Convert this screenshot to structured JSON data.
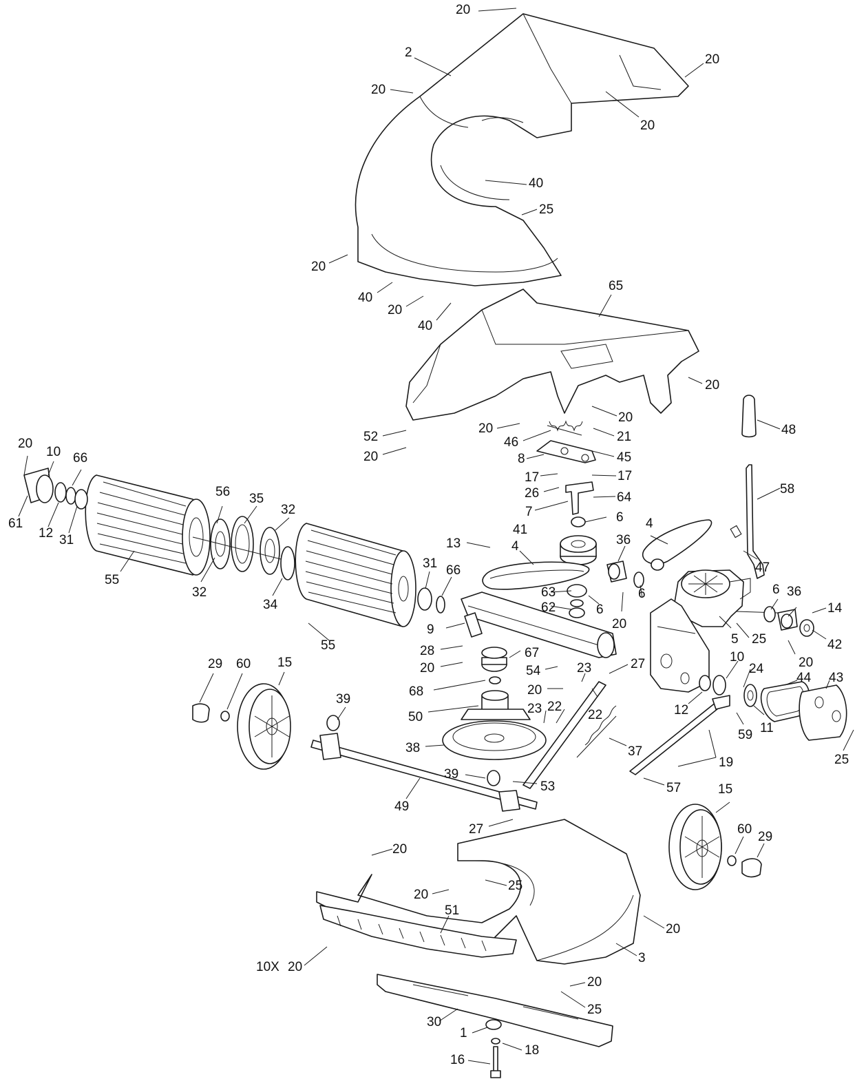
{
  "callouts": {
    "c1": "20",
    "c2": "2",
    "c3": "20",
    "c4": "20",
    "c5": "20",
    "c6": "40",
    "c7": "25",
    "c8": "20",
    "c9": "40",
    "c10": "20",
    "c11": "40",
    "c12": "65",
    "c13": "20",
    "c14": "20",
    "c15": "48",
    "c16": "52",
    "c17": "20",
    "c18": "20",
    "c19": "46",
    "c20": "21",
    "c21": "8",
    "c22": "45",
    "c23": "17",
    "c24": "17",
    "c25": "26",
    "c26": "64",
    "c27": "7",
    "c28": "6",
    "c29": "41",
    "c30": "58",
    "c31": "20",
    "c32": "10",
    "c33": "66",
    "c34": "61",
    "c35": "12",
    "c36": "31",
    "c37": "56",
    "c38": "35",
    "c39": "32",
    "c40": "55",
    "c41": "32",
    "c42": "34",
    "c43": "13",
    "c44": "4",
    "c45": "36",
    "c46": "4",
    "c47": "47",
    "c48": "31",
    "c49": "66",
    "c50": "63",
    "c51": "62",
    "c52": "6",
    "c53": "20",
    "c54": "6",
    "c55": "6",
    "c56": "36",
    "c57": "14",
    "c58": "5",
    "c59": "25",
    "c60": "42",
    "c61": "20",
    "c62": "55",
    "c63": "9",
    "c64": "28",
    "c65": "67",
    "c66": "20",
    "c67": "54",
    "c68": "23",
    "c69": "27",
    "c70": "10",
    "c71": "24",
    "c72": "44",
    "c73": "43",
    "c74": "29",
    "c75": "60",
    "c76": "15",
    "c77": "68",
    "c78": "20",
    "c79": "22",
    "c80": "12",
    "c81": "50",
    "c82": "23",
    "c83": "22",
    "c84": "11",
    "c85": "59",
    "c86": "39",
    "c87": "38",
    "c88": "37",
    "c89": "19",
    "c90": "25",
    "c91": "39",
    "c92": "53",
    "c93": "57",
    "c94": "49",
    "c95": "27",
    "c96": "15",
    "c97": "60",
    "c98": "29",
    "c99": "20",
    "c100": "25",
    "c101": "20",
    "c102": "51",
    "c103": "20",
    "c104": "10X",
    "c105": "20",
    "c106": "3",
    "c107": "20",
    "c108": "25",
    "c109": "30",
    "c110": "1",
    "c111": "18",
    "c112": "16"
  }
}
